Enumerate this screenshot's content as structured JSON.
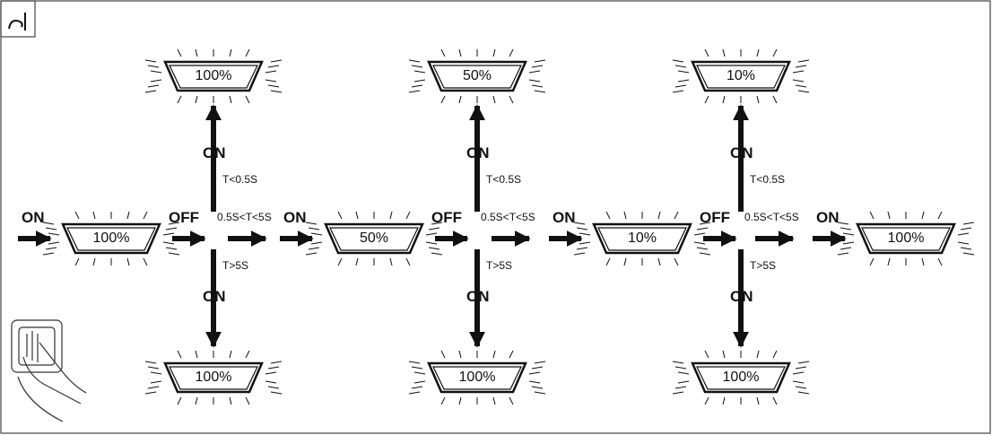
{
  "labels": {
    "on": "ON",
    "off": "OFF",
    "t_short": "T<0.5S",
    "t_mid": "0.5S<T<5S",
    "t_long": "T>5S"
  },
  "stages": [
    {
      "center_level": "100%",
      "center_glowing": true,
      "up_level": "100%",
      "down_level": "100%"
    },
    {
      "center_level": "50%",
      "center_glowing": true,
      "up_level": "50%",
      "down_level": "100%"
    },
    {
      "center_level": "10%",
      "center_glowing": true,
      "up_level": "10%",
      "down_level": "100%"
    }
  ],
  "final_level": "100%",
  "colors": {
    "ink": "#111111",
    "background": "#ffffff"
  }
}
